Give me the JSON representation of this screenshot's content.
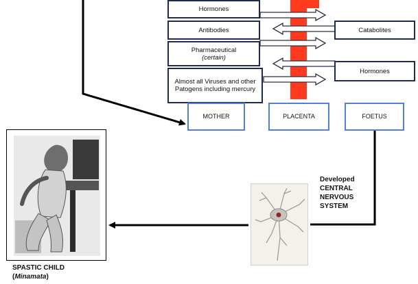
{
  "left_column": {
    "hormones": "Hormones",
    "antibodies": "Antibodies",
    "pharmaceutical": "Pharmaceutical",
    "pharmaceutical_note": "(certain)",
    "viruses": "Almost all Viruses and other Patogens including mercury"
  },
  "right_column": {
    "catabolites": "Catabolites",
    "hormones": "Hormones"
  },
  "bottom_labels": {
    "mother": "MOTHER",
    "placenta": "PLACENTA",
    "foetus": "FOETUS"
  },
  "cns_label": {
    "line1": "Developed",
    "line2": "CENTRAL",
    "line3": "NERVOUS",
    "line4": "SYSTEM"
  },
  "caption": {
    "title": "SPASTIC CHILD",
    "subtitle": "Minamata"
  },
  "colors": {
    "placenta_bar": "#ff3a1e",
    "navy_border": "#1d2a52",
    "blue_border": "#4f7fd6"
  }
}
